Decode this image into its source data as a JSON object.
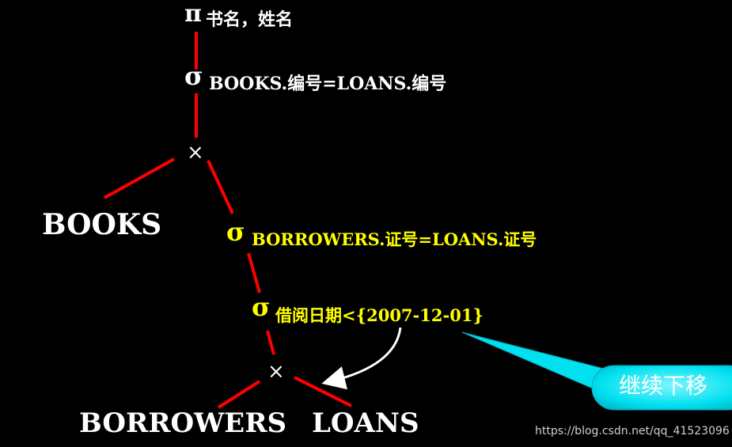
{
  "diagram": {
    "nodes": {
      "projection": {
        "symbol": "π",
        "text": "书名，姓名"
      },
      "selection_top": {
        "symbol": "σ",
        "text": "BOOKS.编号=LOANS.编号"
      },
      "product_top": {
        "symbol": "×"
      },
      "books": {
        "text": "BOOKS"
      },
      "selection_mid": {
        "symbol": "σ",
        "text": "BORROWERS.证号=LOANS.证号"
      },
      "selection_low": {
        "symbol": "σ",
        "text": "借阅日期<{2007-12-01}"
      },
      "product_bottom": {
        "symbol": "×"
      },
      "borrowers": {
        "text": "BORROWERS"
      },
      "loans": {
        "text": "LOANS"
      }
    },
    "callout": {
      "text": "继续下移"
    },
    "watermark": "https://blog.csdn.net/qq_41523096"
  },
  "colors": {
    "background": "#000000",
    "edge": "#ff0000",
    "white_text": "#ffffff",
    "yellow_text": "#ffff00",
    "callout_fill": "#00e5f0",
    "callout_text": "#ffffff",
    "arrow": "#ffffff"
  }
}
